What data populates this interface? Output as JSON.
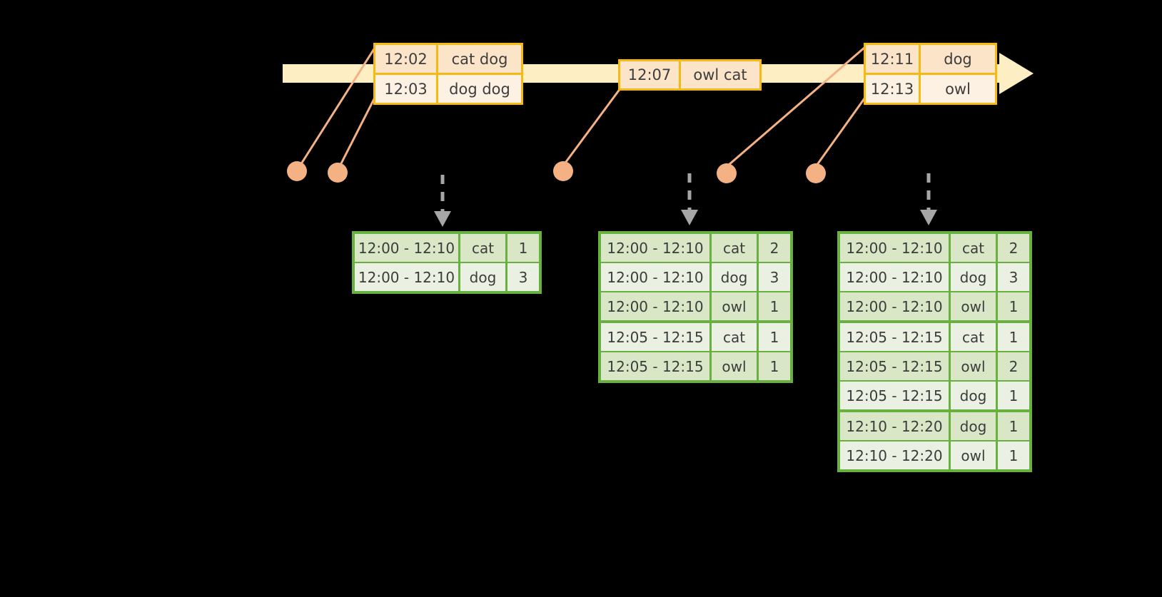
{
  "timeline": {
    "bar_color": "#fdeec4",
    "border_color": "#f6b911",
    "events": [
      {
        "id": "ev1",
        "rows": [
          {
            "time": "12:02",
            "words": "cat dog"
          },
          {
            "time": "12:03",
            "words": "dog dog"
          }
        ]
      },
      {
        "id": "ev2",
        "rows": [
          {
            "time": "12:07",
            "words": "owl cat"
          }
        ]
      },
      {
        "id": "ev3",
        "rows": [
          {
            "time": "12:11",
            "words": "dog"
          },
          {
            "time": "12:13",
            "words": "owl"
          }
        ]
      }
    ]
  },
  "dots": {
    "color": "#f4b183",
    "count": 5
  },
  "tables": [
    {
      "id": "rt1",
      "border_color": "#68b040",
      "rows": [
        {
          "window": "12:00 - 12:10",
          "key": "cat",
          "count": "1",
          "group": 0
        },
        {
          "window": "12:00 - 12:10",
          "key": "dog",
          "count": "3",
          "group": 0
        }
      ]
    },
    {
      "id": "rt2",
      "border_color": "#68b040",
      "rows": [
        {
          "window": "12:00 - 12:10",
          "key": "cat",
          "count": "2",
          "group": 0
        },
        {
          "window": "12:00 - 12:10",
          "key": "dog",
          "count": "3",
          "group": 0
        },
        {
          "window": "12:00 - 12:10",
          "key": "owl",
          "count": "1",
          "group": 0
        },
        {
          "window": "12:05 - 12:15",
          "key": "cat",
          "count": "1",
          "group": 1
        },
        {
          "window": "12:05 - 12:15",
          "key": "owl",
          "count": "1",
          "group": 1
        }
      ]
    },
    {
      "id": "rt3",
      "border_color": "#68b040",
      "rows": [
        {
          "window": "12:00 - 12:10",
          "key": "cat",
          "count": "2",
          "group": 0
        },
        {
          "window": "12:00 - 12:10",
          "key": "dog",
          "count": "3",
          "group": 0
        },
        {
          "window": "12:00 - 12:10",
          "key": "owl",
          "count": "1",
          "group": 0
        },
        {
          "window": "12:05 - 12:15",
          "key": "cat",
          "count": "1",
          "group": 1
        },
        {
          "window": "12:05 - 12:15",
          "key": "owl",
          "count": "2",
          "group": 1
        },
        {
          "window": "12:05 - 12:15",
          "key": "dog",
          "count": "1",
          "group": 1
        },
        {
          "window": "12:10 - 12:20",
          "key": "dog",
          "count": "1",
          "group": 2
        },
        {
          "window": "12:10 - 12:20",
          "key": "owl",
          "count": "1",
          "group": 2
        }
      ]
    }
  ],
  "arrows": {
    "color": "#a6a6a6",
    "count": 3
  }
}
